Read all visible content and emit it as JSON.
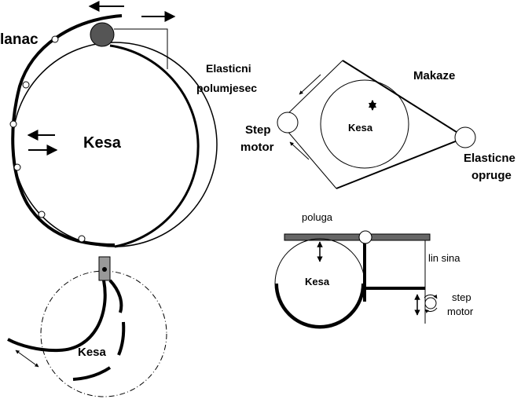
{
  "labels": {
    "lanac": "lanac",
    "kesa_big": "Kesa",
    "elasticni_line1": "Elasticni",
    "elasticni_line2": "polumjesec",
    "makaze": "Makaze",
    "step_line1": "Step",
    "step_line2": "motor",
    "kesa_makaze": "Kesa",
    "elasticne_line1": "Elasticne",
    "elasticne_line2": "opruge",
    "poluga": "poluga",
    "kesa_poluga": "Kesa",
    "lin_sina": "lin sina",
    "step_small_line1": "step",
    "step_small_line2": "motor",
    "kesa_bottom": "Kesa"
  },
  "colors": {
    "ink": "#000000",
    "roller": "#555555",
    "bar": "#666666"
  }
}
